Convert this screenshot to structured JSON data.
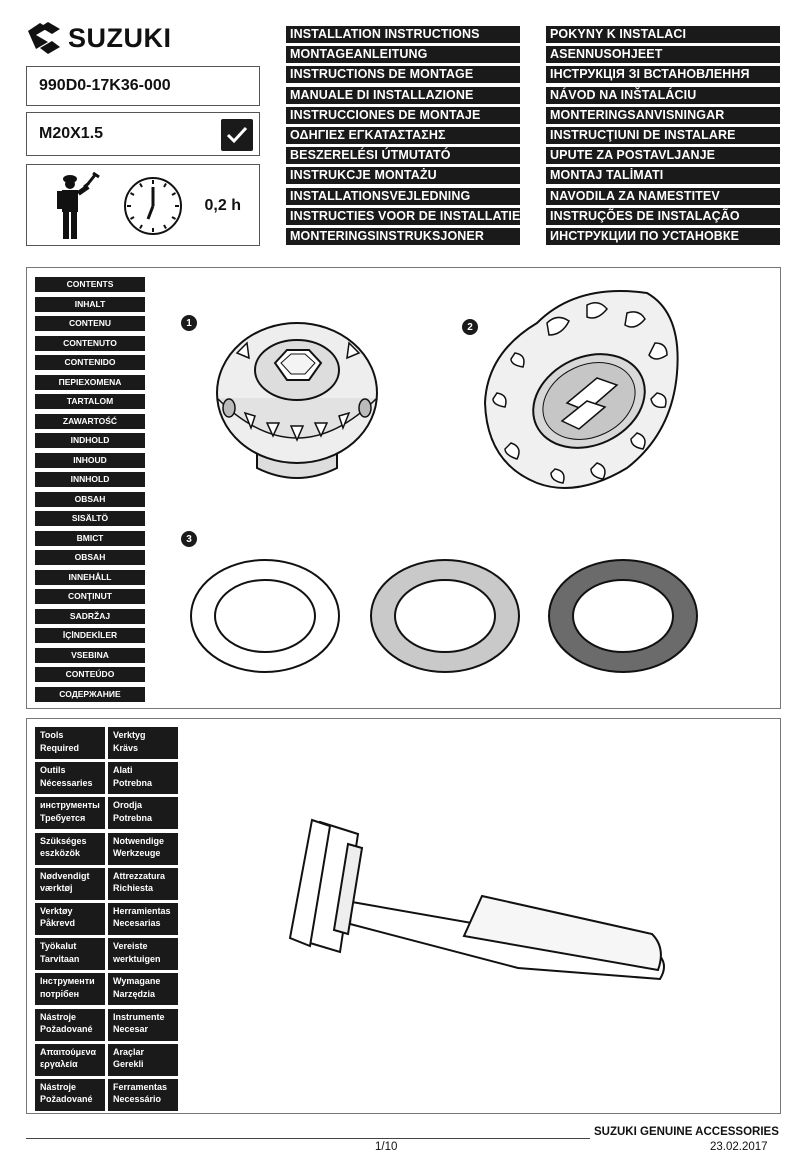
{
  "brand": {
    "name": "SUZUKI"
  },
  "part_number": "990D0-17K36-000",
  "thread_spec": "M20X1.5",
  "install_time": "0,2 h",
  "instructions_left": [
    "INSTALLATION INSTRUCTIONS",
    "MONTAGEANLEITUNG",
    "INSTRUCTIONS DE MONTAGE",
    "MANUALE DI INSTALLAZIONE",
    "INSTRUCCIONES DE MONTAJE",
    "ΟΔΗΓΙΕΣ ΕΓΚΑΤΑΣΤΑΣΗΣ",
    "BESZERELÉSI ÚTMUTATÓ",
    "INSTRUKCJE MONTAŻU",
    "INSTALLATIONSVEJLEDNING",
    "INSTRUCTIES VOOR DE INSTALLATIE",
    "MONTERINGSINSTRUKSJONER"
  ],
  "instructions_right": [
    "POKYNY K INSTALACI",
    "ASENNUSOHJEET",
    "ІНСТРУКЦІЯ ЗІ ВСТАНОВЛЕННЯ",
    "NÁVOD NA INŠTALÁCIU",
    "MONTERINGSANVISNINGAR",
    "INSTRUCŢIUNI DE INSTALARE",
    "UPUTE ZA POSTAVLJANJE",
    "MONTAJ TALİMATI",
    "NAVODILA ZA NAMESTITEV",
    "INSTRUÇÕES DE INSTALAÇÃO",
    "ИНСТРУКЦИИ ПО УСТАНОВКЕ"
  ],
  "contents": [
    "CONTENTS",
    "INHALT",
    "CONTENU",
    "CONTENUTO",
    "CONTENIDO",
    "ΠΕΡΙΕΧΟΜΕΝΑ",
    "TARTALOM",
    "ZAWARTOŚĆ",
    "INDHOLD",
    "INHOUD",
    "INNHOLD",
    "OBSAH",
    "SISÄLTÖ",
    "ВМІСТ",
    "OBSAH",
    "INNEHÅLL",
    "CONŢINUT",
    "SADRŽAJ",
    "İÇİNDEKİLER",
    "VSEBINA",
    "CONTEÚDO",
    "СОДЕРЖАНИЕ"
  ],
  "item_numbers": [
    "1",
    "2",
    "3"
  ],
  "tools": [
    [
      "Tools\nRequired",
      "Verktyg\nKrävs"
    ],
    [
      "Outils\nNécessaries",
      "Alati\nPotrebna"
    ],
    [
      "инструменты\nТребуется",
      "Orodja\nPotrebna"
    ],
    [
      "Szükséges\neszközök",
      "Notwendige\nWerkzeuge"
    ],
    [
      "Nødvendigt\nværktøj",
      "Attrezzatura\nRichiesta"
    ],
    [
      "Verktøy\nPåkrevd",
      "Herramientas\nNecesarias"
    ],
    [
      "Työkalut\nTarvitaan",
      "Vereiste\nwerktuigen"
    ],
    [
      "Інструменти\nпотрібен",
      "Wymagane\nNarzędzia"
    ],
    [
      "Nástroje\nPožadované",
      "Instrumente\nNecesar"
    ],
    [
      "Απαιτούμενα\nεργαλεία",
      "Araçlar\nGerekli"
    ],
    [
      "Nástroje\nPožadované",
      "Ferramentas\nNecessário"
    ]
  ],
  "footer": {
    "brand": "SUZUKI GENUINE ACCESSORIES",
    "page": "1/10",
    "date": "23.02.2017"
  },
  "icons": [
    "suzuki-logo-icon",
    "check-icon",
    "mechanic-icon",
    "clock-icon",
    "plug-part-icon",
    "cover-part-icon",
    "washer-icon",
    "hammer-icon"
  ],
  "colors": {
    "label_bg": "#1a1a1a",
    "label_text": "#ffffff",
    "washer_1": "#ffffff",
    "washer_2": "#c9c9c9",
    "washer_3": "#6b6b6b"
  }
}
